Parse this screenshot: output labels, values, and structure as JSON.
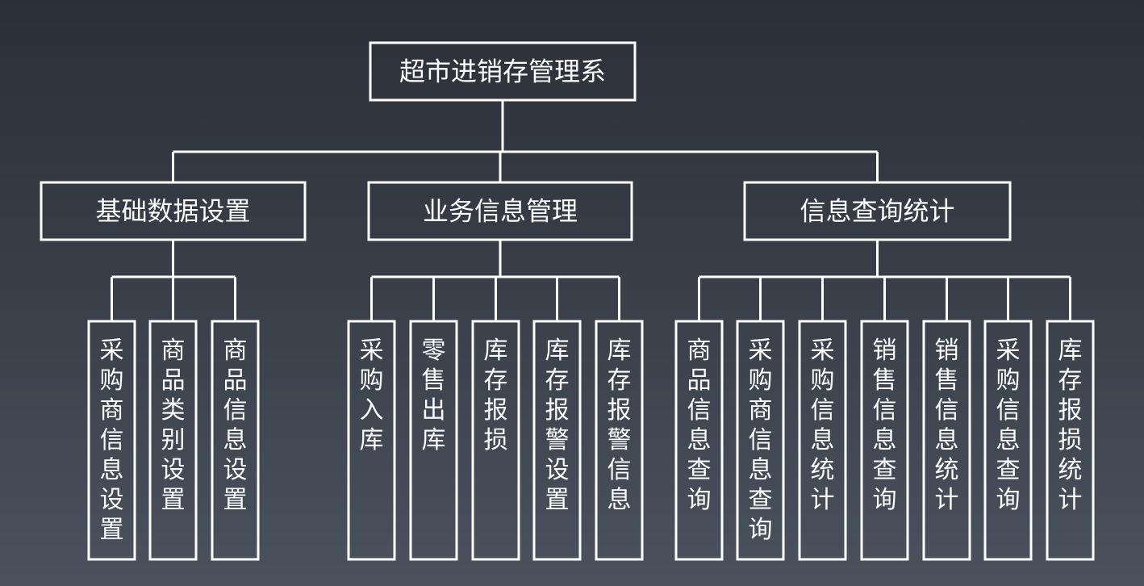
{
  "diagram": {
    "root": {
      "label": "超市进销存管理系"
    },
    "modules": [
      {
        "label": "基础数据设置",
        "children": [
          "采购商信息设置",
          "商品类别设置",
          "商品信息设置"
        ]
      },
      {
        "label": "业务信息管理",
        "children": [
          "采购入库",
          "零售出库",
          "库存报损",
          "库存报警设置",
          "库存报警信息"
        ]
      },
      {
        "label": "信息查询统计",
        "children": [
          "商品信息查询",
          "采购商信息查询",
          "采购信息统计",
          "销售信息查询",
          "销售信息统计",
          "采购信息查询",
          "库存报损统计"
        ]
      }
    ]
  }
}
